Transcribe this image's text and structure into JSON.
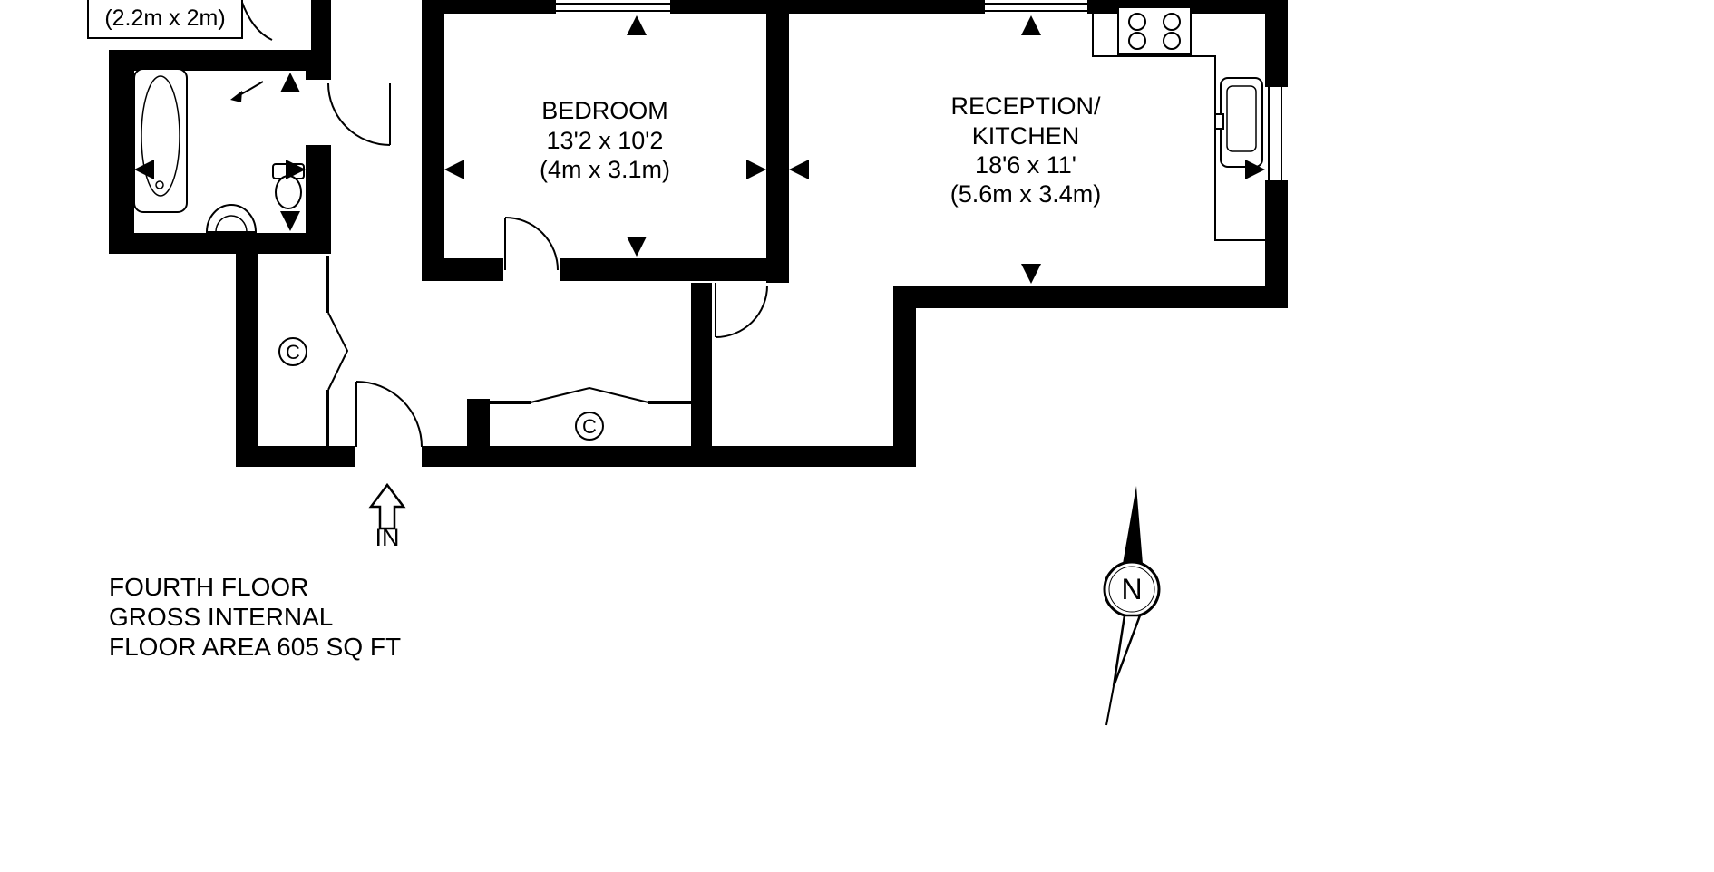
{
  "plan": {
    "partial_room_dim": "(2.2m x 2m)",
    "bedroom": {
      "title": "BEDROOM",
      "size_ft": "13'2 x 10'2",
      "size_m": "(4m x 3.1m)"
    },
    "reception": {
      "title_1": "RECEPTION/",
      "title_2": "KITCHEN",
      "size_ft": "18'6 x 11'",
      "size_m": "(5.6m x 3.4m)"
    },
    "closet_label": "C",
    "entrance_label": "IN",
    "compass_label": "N",
    "footer_lines": [
      "FOURTH FLOOR",
      "GROSS INTERNAL",
      "FLOOR AREA 605 SQ FT"
    ]
  },
  "colors": {
    "wall": "#000000",
    "background": "#ffffff"
  }
}
